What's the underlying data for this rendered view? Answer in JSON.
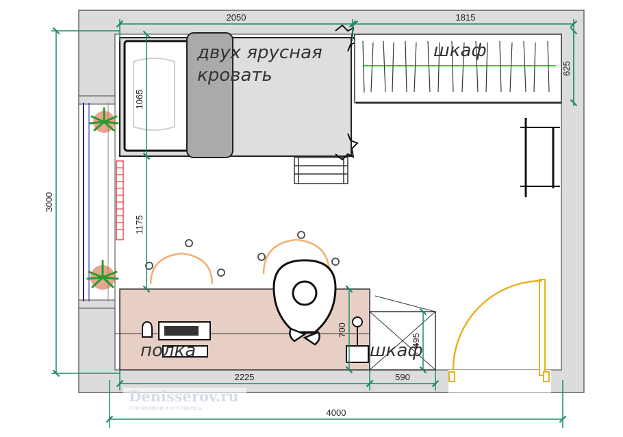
{
  "diagram": {
    "dimensions": {
      "bed_length": "2050",
      "wardrobe_length": "1815",
      "wardrobe_depth": "625",
      "bed_width": "1065",
      "bed_to_desk": "1175",
      "room_depth": "3000",
      "desk_length": "2225",
      "cabinet_length": "590",
      "desk_depth": "700",
      "cabinet_depth": "495",
      "room_width": "4000"
    },
    "labels": {
      "bed_line1": "двух ярусная",
      "bed_line2": "кровать",
      "wardrobe": "шкаф",
      "shelf": "полка",
      "cabinet": "шкаф"
    },
    "watermark": {
      "title": "Denisserov.ru",
      "subtitle": "планировки и интерьеры"
    },
    "colors": {
      "wall": "#dcdcdc",
      "dimension": "#1a8a6a",
      "desk": "#e8cfc6",
      "door": "#e8b020",
      "radiator": "#e02020",
      "window": "#1a1aa0",
      "bed": "#dedede"
    }
  }
}
